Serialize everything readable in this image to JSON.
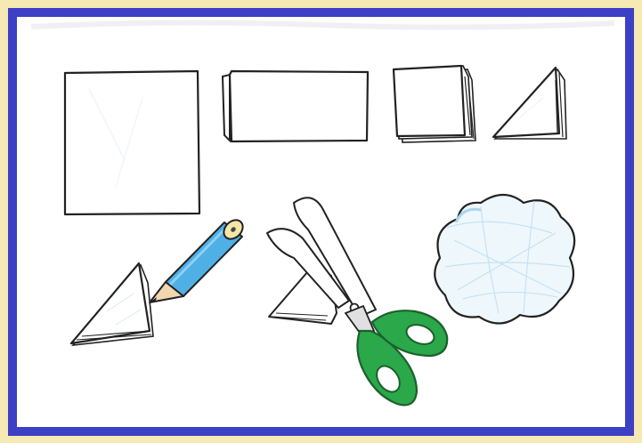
{
  "illustration": {
    "steps": [
      {
        "id": "square-paper"
      },
      {
        "id": "folded-in-half"
      },
      {
        "id": "folded-in-quarters"
      },
      {
        "id": "folded-triangle"
      },
      {
        "id": "trace-with-pencil"
      },
      {
        "id": "cut-with-scissors"
      },
      {
        "id": "unfolded-flower"
      }
    ]
  },
  "colors": {
    "frame_background": "#f7e9b4",
    "frame_border": "#3d3fc4",
    "pencil_body": "#4fb0e6",
    "scissors_handle": "#2aa84a",
    "flower_tint": "#d7ecf6"
  }
}
